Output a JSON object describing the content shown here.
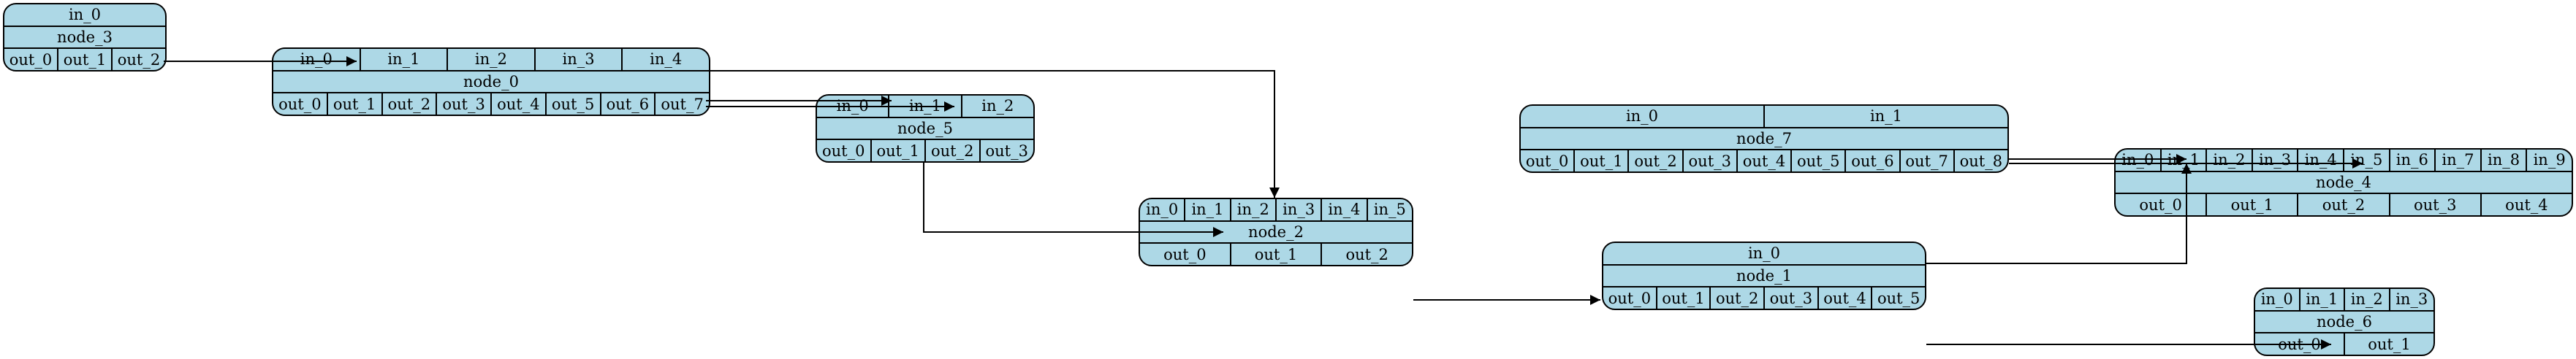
{
  "nodes": {
    "node_3": {
      "title": "node_3",
      "inputs": [
        "in_0"
      ],
      "outputs": [
        "out_0",
        "out_1",
        "out_2"
      ]
    },
    "node_0": {
      "title": "node_0",
      "inputs": [
        "in_0",
        "in_1",
        "in_2",
        "in_3",
        "in_4"
      ],
      "outputs": [
        "out_0",
        "out_1",
        "out_2",
        "out_3",
        "out_4",
        "out_5",
        "out_6",
        "out_7"
      ]
    },
    "node_5": {
      "title": "node_5",
      "inputs": [
        "in_0",
        "in_1",
        "in_2"
      ],
      "outputs": [
        "out_0",
        "out_1",
        "out_2",
        "out_3"
      ]
    },
    "node_2": {
      "title": "node_2",
      "inputs": [
        "in_0",
        "in_1",
        "in_2",
        "in_3",
        "in_4",
        "in_5"
      ],
      "outputs": [
        "out_0",
        "out_1",
        "out_2"
      ]
    },
    "node_7": {
      "title": "node_7",
      "inputs": [
        "in_0",
        "in_1"
      ],
      "outputs": [
        "out_0",
        "out_1",
        "out_2",
        "out_3",
        "out_4",
        "out_5",
        "out_6",
        "out_7",
        "out_8"
      ]
    },
    "node_1": {
      "title": "node_1",
      "inputs": [
        "in_0"
      ],
      "outputs": [
        "out_0",
        "out_1",
        "out_2",
        "out_3",
        "out_4",
        "out_5"
      ]
    },
    "node_4": {
      "title": "node_4",
      "inputs": [
        "in_0",
        "in_1",
        "in_2",
        "in_3",
        "in_4",
        "in_5",
        "in_6",
        "in_7",
        "in_8",
        "in_9"
      ],
      "outputs": [
        "out_0",
        "out_1",
        "out_2",
        "out_3",
        "out_4"
      ]
    },
    "node_6": {
      "title": "node_6",
      "inputs": [
        "in_0",
        "in_1",
        "in_2",
        "in_3"
      ],
      "outputs": [
        "out_0",
        "out_1"
      ]
    }
  },
  "edges": [
    {
      "from": "node_3",
      "out": "out_2",
      "to": "node_0",
      "in": "in_0"
    },
    {
      "from": "node_0",
      "out": "out_6",
      "to": "node_5",
      "in": "in_0"
    },
    {
      "from": "node_0",
      "out": "out_7",
      "to": "node_5",
      "in": "in_1"
    },
    {
      "from": "node_0",
      "out": "in_4",
      "to": "node_2",
      "in": "in_2"
    },
    {
      "from": "node_5",
      "out": "out_1",
      "to": "node_2",
      "in": "in_1"
    },
    {
      "from": "node_2",
      "out": "out_2",
      "to": "node_1",
      "in": "in_0"
    },
    {
      "from": "node_7",
      "out": "out_8",
      "to": "node_4",
      "in": "in_1"
    },
    {
      "from": "node_7",
      "out": "out_4",
      "to": "node_4",
      "in": "in_5"
    },
    {
      "from": "node_1",
      "out": "in_0",
      "to": "node_4",
      "in": "in_1"
    },
    {
      "from": "node_1",
      "out": "out_5",
      "to": "node_6",
      "in": "in_1"
    }
  ],
  "colors": {
    "node_fill": "#add8e6",
    "stroke": "#000000",
    "background": "#ffffff"
  }
}
